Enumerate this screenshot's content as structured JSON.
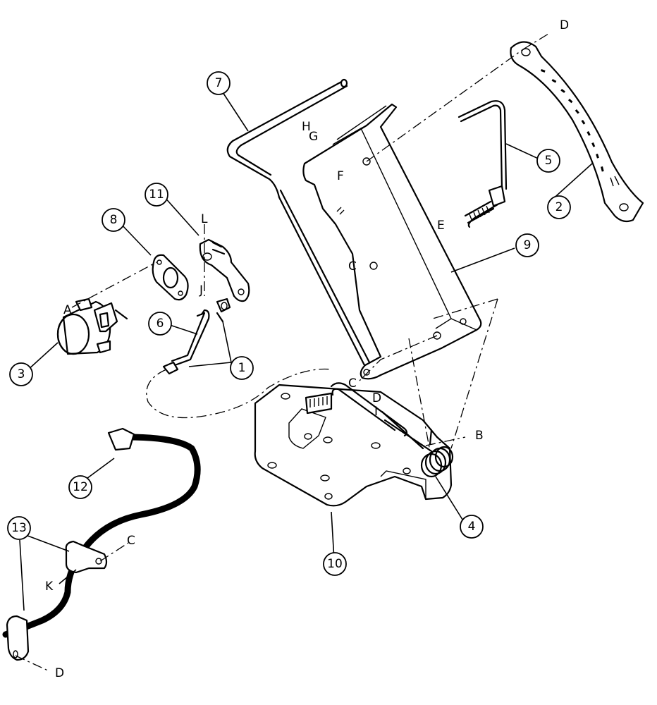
{
  "callouts": {
    "c1": "1",
    "c2": "2",
    "c3": "3",
    "c4": "4",
    "c5": "5",
    "c6": "6",
    "c7": "7",
    "c8": "8",
    "c9": "9",
    "c10": "10",
    "c11": "11",
    "c12": "12",
    "c13": "13"
  },
  "references": {
    "A": "A",
    "B": "B",
    "C": "C",
    "D": "D",
    "E": "E",
    "F": "F",
    "G": "G",
    "H": "H",
    "I": "I",
    "J": "J",
    "K": "K",
    "L": "L"
  }
}
